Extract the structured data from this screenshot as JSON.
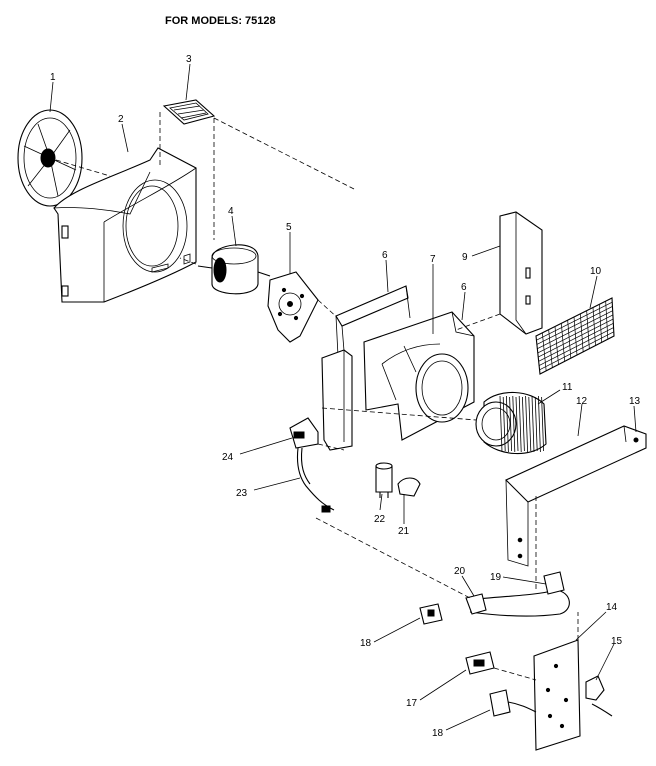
{
  "header": {
    "title": "FOR MODELS: 75128"
  },
  "callouts": [
    {
      "id": "1",
      "text": "1"
    },
    {
      "id": "2",
      "text": "2"
    },
    {
      "id": "3",
      "text": "3"
    },
    {
      "id": "4",
      "text": "4"
    },
    {
      "id": "5",
      "text": "5"
    },
    {
      "id": "6a",
      "text": "6"
    },
    {
      "id": "7",
      "text": "7"
    },
    {
      "id": "6b",
      "text": "6"
    },
    {
      "id": "9",
      "text": "9"
    },
    {
      "id": "10",
      "text": "10"
    },
    {
      "id": "11",
      "text": "11"
    },
    {
      "id": "12",
      "text": "12"
    },
    {
      "id": "13",
      "text": "13"
    },
    {
      "id": "24",
      "text": "24"
    },
    {
      "id": "23",
      "text": "23"
    },
    {
      "id": "22",
      "text": "22"
    },
    {
      "id": "21",
      "text": "21"
    },
    {
      "id": "20",
      "text": "20"
    },
    {
      "id": "19",
      "text": "19"
    },
    {
      "id": "14",
      "text": "14"
    },
    {
      "id": "15",
      "text": "15"
    },
    {
      "id": "18a",
      "text": "18"
    },
    {
      "id": "17",
      "text": "17"
    },
    {
      "id": "18b",
      "text": "18"
    }
  ]
}
